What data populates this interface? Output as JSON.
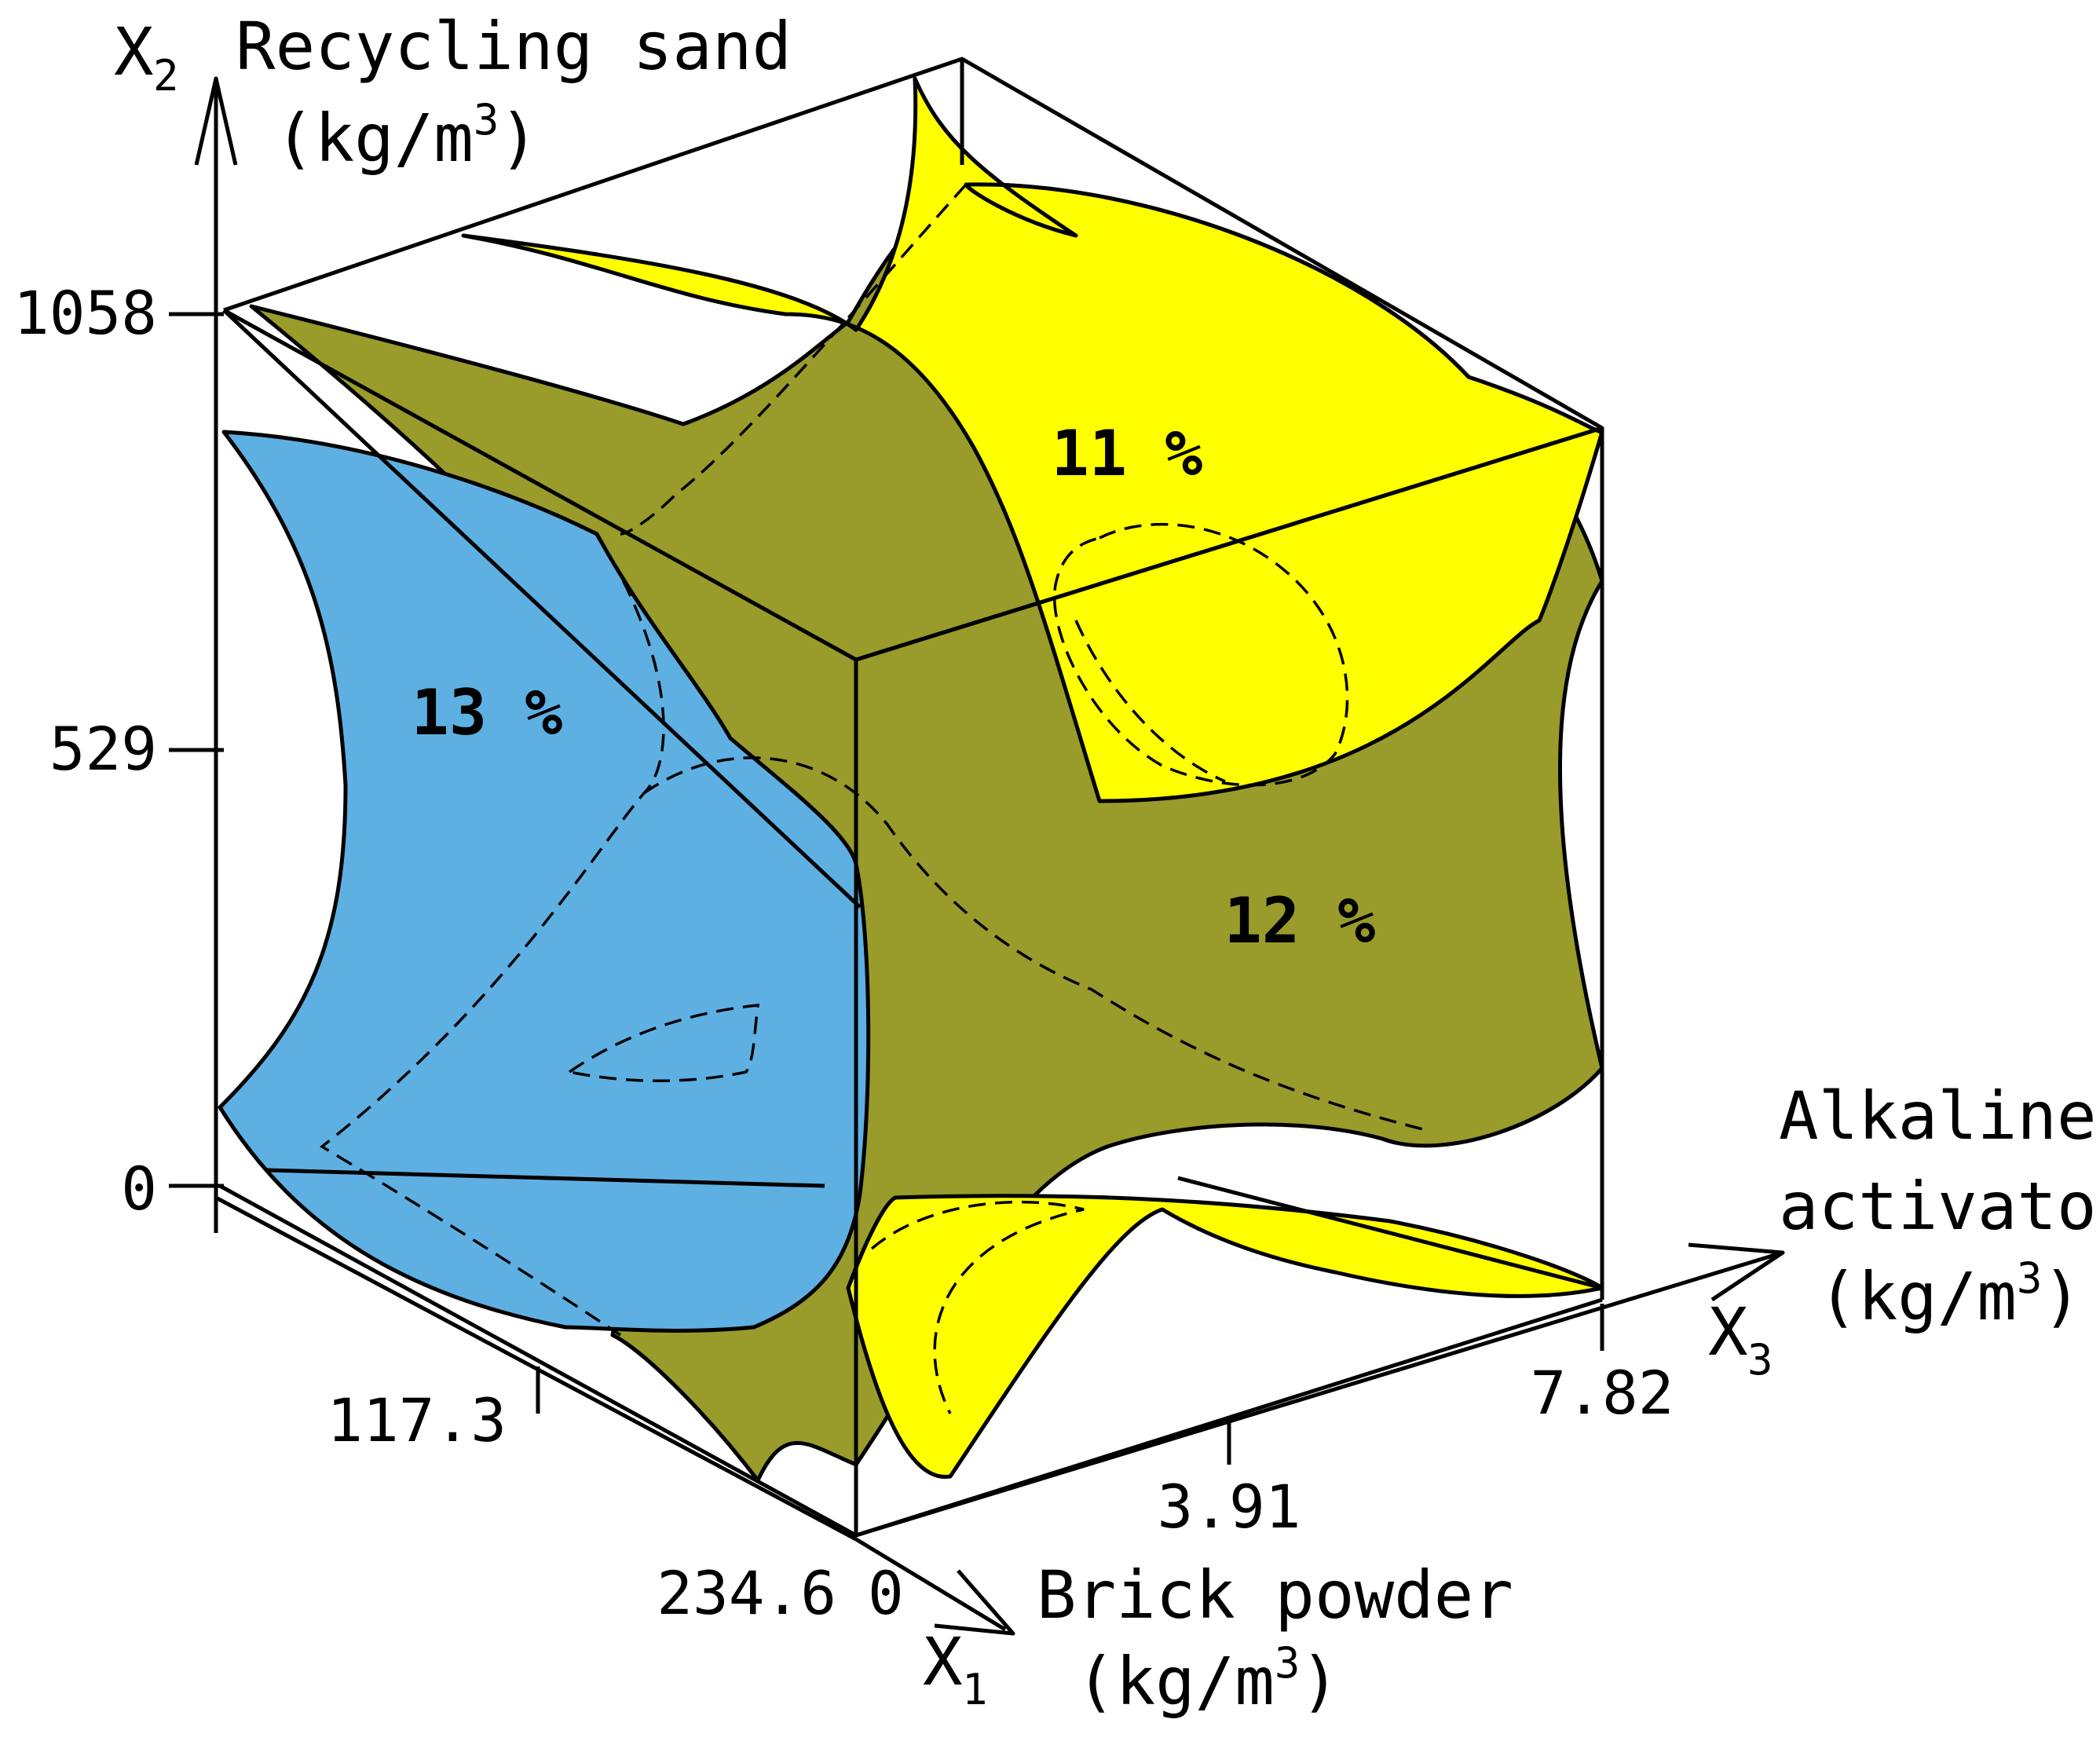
{
  "colors": {
    "yellow": "#ffff00",
    "olive": "#999b2b",
    "blue": "#5eb0e2",
    "line": "#000000"
  },
  "axes": {
    "x2": {
      "symbol": "X",
      "sub": "2",
      "name": "Recycling sand",
      "unit_base": "(kg/m",
      "unit_exp": "3",
      "unit_close": ")"
    },
    "x1": {
      "symbol": "X",
      "sub": "1",
      "name": "Brick powder",
      "unit_base": "(kg/m",
      "unit_exp": "3",
      "unit_close": ")"
    },
    "x3": {
      "symbol": "X",
      "sub": "3",
      "name_line1": "Alkaline",
      "name_line2": "activator",
      "unit_base": "(kg/m",
      "unit_exp": "3",
      "unit_close": ")"
    }
  },
  "ticks": {
    "x2": [
      "1058",
      "529",
      "0"
    ],
    "x1": [
      "117.3",
      "234.6"
    ],
    "x3": [
      "0",
      "3.91",
      "7.82"
    ]
  },
  "regions": [
    {
      "label": "11 %",
      "color": "yellow"
    },
    {
      "label": "12 %",
      "color": "olive"
    },
    {
      "label": "13 %",
      "color": "blue"
    }
  ]
}
